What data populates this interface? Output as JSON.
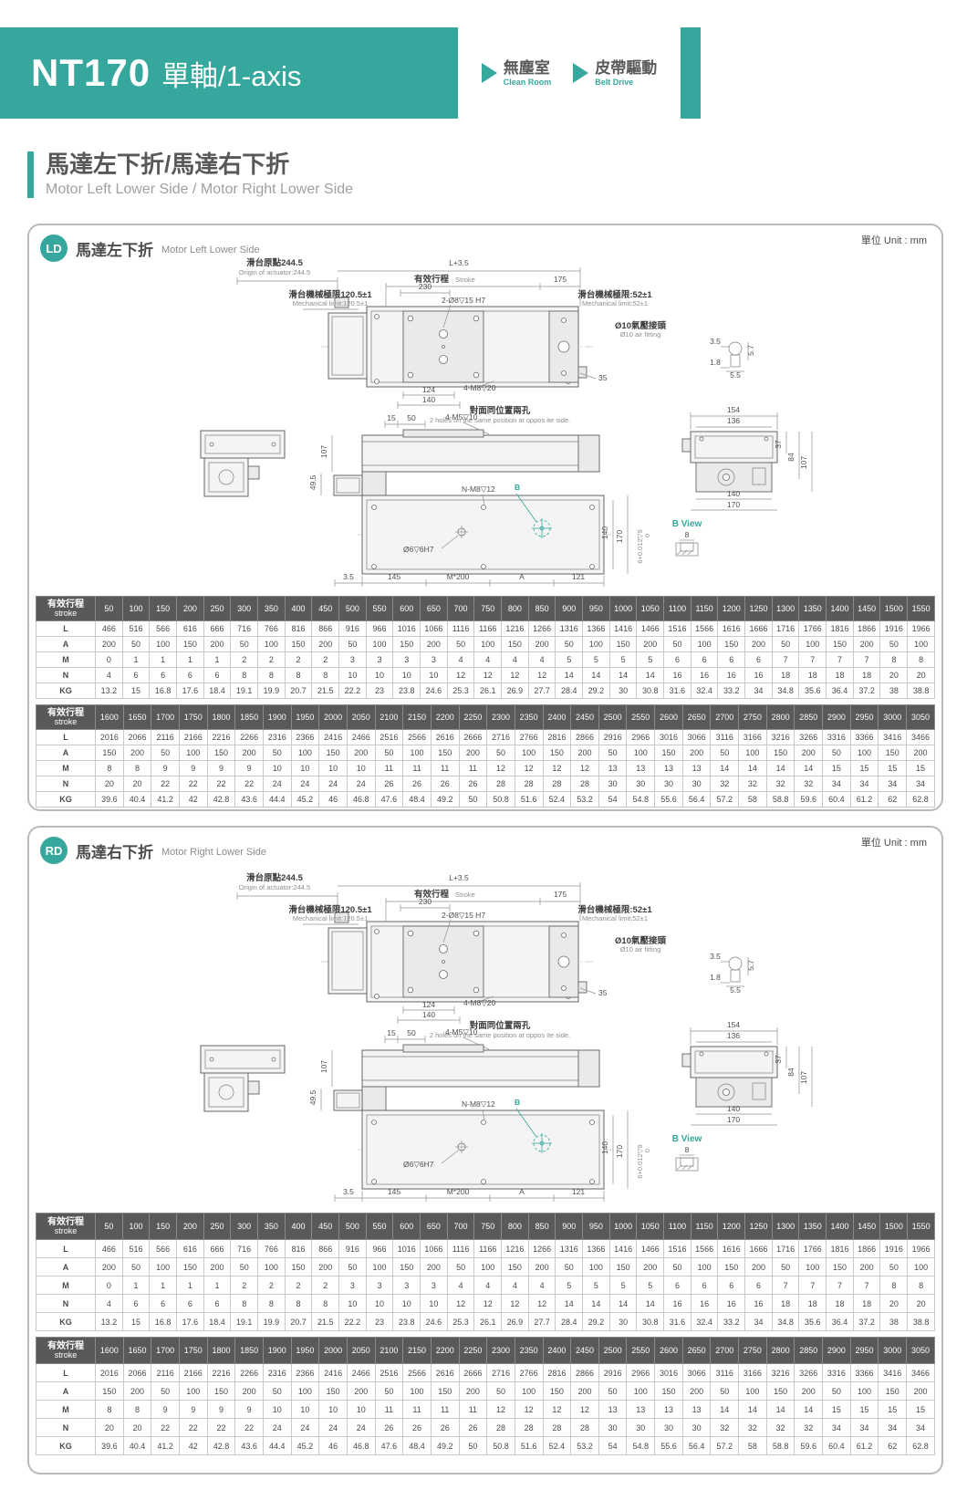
{
  "page": {
    "unit_note": "單位 Unit : mm"
  },
  "header": {
    "model": "NT170",
    "axis": "單軸/1-axis",
    "badges": [
      {
        "zh": "無塵室",
        "en": "Clean Room"
      },
      {
        "zh": "皮帶驅動",
        "en": "Belt Drive"
      }
    ]
  },
  "section": {
    "title": "馬達左下折/馬達右下折",
    "subtitle": "Motor Left Lower Side / Motor Right Lower Side"
  },
  "panels": [
    {
      "badge": "LD",
      "title_zh": "馬達左下折",
      "title_en": "Motor Left Lower Side"
    },
    {
      "badge": "RD",
      "title_zh": "馬達右下折",
      "title_en": "Motor Right Lower Side"
    }
  ],
  "drawing": {
    "origin_zh": "滑台原點244.5",
    "origin_en": "Origin of actuator:244.5",
    "l_total": "L+3.5",
    "stroke_zh": "有效行程",
    "stroke_en": "Stroke",
    "d175": "175",
    "mech_left_zh": "滑台機械極限120.5±1",
    "mech_left_en": "Mechanical limit:120.5±1",
    "d230": "230",
    "hole_top": "2-Ø8▽15 H7",
    "mech_right_zh": "滑台機械極限:52±1",
    "mech_right_en": "Mechanical limit:52±1",
    "air_zh": "Ø10氣壓接頭",
    "air_en": "Ø10 air fitting",
    "d35t": "3.5",
    "d57": "5.7",
    "d18": "1.8",
    "d55": "5.5",
    "d35": "35",
    "d124": "124",
    "d140": "140",
    "hole_m8": "4-M8▽20",
    "d15": "15",
    "d50": "50",
    "hole_m5": "4-M5▽10",
    "oppos_zh": "對面同位置兩孔",
    "oppos_en": "2 holes on the same position at oppos ite side.",
    "d154": "154",
    "d136": "136",
    "d495": "49.5",
    "d107": "107",
    "d37": "37",
    "d84": "84",
    "d107b": "107",
    "hole_nm8": "N-M8▽12",
    "b_mark": "B",
    "d140b": "140",
    "d170": "170",
    "b_view": "B View",
    "d8": "8",
    "hole_6h7": "Ø6▽6H7",
    "tol": "6+0.012▽9",
    "tol_zero": "0",
    "d35b": "3.5",
    "d145": "145",
    "m200": "M*200",
    "a_mark": "A",
    "d121": "121",
    "d140c": "140",
    "d170b": "170"
  },
  "tables": [
    {
      "stroke_zh": "有效行程",
      "stroke_en": "stroke",
      "strokes": [
        50,
        100,
        150,
        200,
        250,
        300,
        350,
        400,
        450,
        500,
        550,
        600,
        650,
        700,
        750,
        800,
        850,
        900,
        950,
        1000,
        1050,
        1100,
        1150,
        1200,
        1250,
        1300,
        1350,
        1400,
        1450,
        1500,
        1550
      ],
      "rows": [
        {
          "label": "L",
          "values": [
            466,
            516,
            566,
            616,
            666,
            716,
            766,
            816,
            866,
            916,
            966,
            1016,
            1066,
            1116,
            1166,
            1216,
            1266,
            1316,
            1366,
            1416,
            1466,
            1516,
            1566,
            1616,
            1666,
            1716,
            1766,
            1816,
            1866,
            1916,
            1966
          ]
        },
        {
          "label": "A",
          "values": [
            200,
            50,
            100,
            150,
            200,
            50,
            100,
            150,
            200,
            50,
            100,
            150,
            200,
            50,
            100,
            150,
            200,
            50,
            100,
            150,
            200,
            50,
            100,
            150,
            200,
            50,
            100,
            150,
            200,
            50,
            100
          ]
        },
        {
          "label": "M",
          "values": [
            0,
            1,
            1,
            1,
            1,
            2,
            2,
            2,
            2,
            3,
            3,
            3,
            3,
            4,
            4,
            4,
            4,
            5,
            5,
            5,
            5,
            6,
            6,
            6,
            6,
            7,
            7,
            7,
            7,
            8,
            8
          ]
        },
        {
          "label": "N",
          "values": [
            4,
            6,
            6,
            6,
            6,
            8,
            8,
            8,
            8,
            10,
            10,
            10,
            10,
            12,
            12,
            12,
            12,
            14,
            14,
            14,
            14,
            16,
            16,
            16,
            16,
            18,
            18,
            18,
            18,
            20,
            20
          ]
        },
        {
          "label": "KG",
          "values": [
            13.2,
            15,
            16.8,
            17.6,
            18.4,
            19.1,
            19.9,
            20.7,
            21.5,
            22.2,
            23,
            23.8,
            24.6,
            25.3,
            26.1,
            26.9,
            27.7,
            28.4,
            29.2,
            30,
            30.8,
            31.6,
            32.4,
            33.2,
            34,
            34.8,
            35.6,
            36.4,
            37.2,
            38,
            38.8
          ]
        }
      ]
    },
    {
      "stroke_zh": "有效行程",
      "stroke_en": "stroke",
      "strokes": [
        1600,
        1650,
        1700,
        1750,
        1800,
        1850,
        1900,
        1950,
        2000,
        2050,
        2100,
        2150,
        2200,
        2250,
        2300,
        2350,
        2400,
        2450,
        2500,
        2550,
        2600,
        2650,
        2700,
        2750,
        2800,
        2850,
        2900,
        2950,
        3000,
        3050
      ],
      "rows": [
        {
          "label": "L",
          "values": [
            2016,
            2066,
            2116,
            2166,
            2216,
            2266,
            2316,
            2366,
            2416,
            2466,
            2516,
            2566,
            2616,
            2666,
            2716,
            2766,
            2816,
            2866,
            2916,
            2966,
            3016,
            3066,
            3116,
            3166,
            3216,
            3266,
            3316,
            3366,
            3416,
            3466
          ]
        },
        {
          "label": "A",
          "values": [
            150,
            200,
            50,
            100,
            150,
            200,
            50,
            100,
            150,
            200,
            50,
            100,
            150,
            200,
            50,
            100,
            150,
            200,
            50,
            100,
            150,
            200,
            50,
            100,
            150,
            200,
            50,
            100,
            150,
            200
          ]
        },
        {
          "label": "M",
          "values": [
            8,
            8,
            9,
            9,
            9,
            9,
            10,
            10,
            10,
            10,
            11,
            11,
            11,
            11,
            12,
            12,
            12,
            12,
            13,
            13,
            13,
            13,
            14,
            14,
            14,
            14,
            15,
            15,
            15,
            15
          ]
        },
        {
          "label": "N",
          "values": [
            20,
            20,
            22,
            22,
            22,
            22,
            24,
            24,
            24,
            24,
            26,
            26,
            26,
            26,
            28,
            28,
            28,
            28,
            30,
            30,
            30,
            30,
            32,
            32,
            32,
            32,
            34,
            34,
            34,
            34
          ]
        },
        {
          "label": "KG",
          "values": [
            39.6,
            40.4,
            41.2,
            42,
            42.8,
            43.6,
            44.4,
            45.2,
            46,
            46.8,
            47.6,
            48.4,
            49.2,
            50,
            50.8,
            51.6,
            52.4,
            53.2,
            54,
            54.8,
            55.6,
            56.4,
            57.2,
            58,
            58.8,
            59.6,
            60.4,
            61.2,
            62,
            62.8
          ]
        }
      ]
    }
  ]
}
